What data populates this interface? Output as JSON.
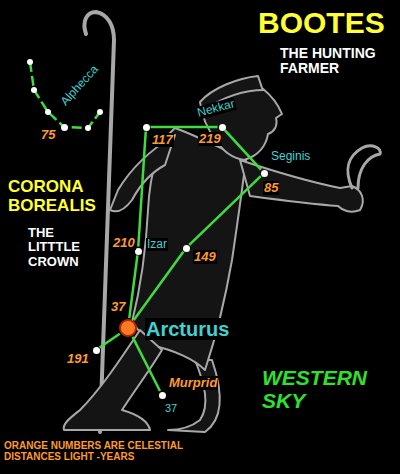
{
  "diagram": {
    "title": "BOOTES",
    "nodes": [
      {
        "text": [
          "Alphecca",
          "75"
        ]
      },
      {
        "text": [
          "Nekkar",
          "219"
        ]
      },
      {
        "text": [
          "117"
        ]
      },
      {
        "text": [
          "Seginis",
          "85"
        ]
      },
      {
        "text": [
          "Izar",
          "210"
        ]
      },
      {
        "text": [
          "149"
        ]
      },
      {
        "text": [
          "Arcturus",
          "37"
        ]
      },
      {
        "text": [
          "191"
        ]
      },
      {
        "text": [
          "Murprid",
          "37"
        ]
      }
    ],
    "edges": [
      {
        "from": 1,
        "to": 2,
        "arrow": "none"
      },
      {
        "from": 1,
        "to": 3,
        "arrow": "none"
      },
      {
        "from": 2,
        "to": 4,
        "arrow": "none"
      },
      {
        "from": 4,
        "to": 6,
        "arrow": "none"
      },
      {
        "from": 3,
        "to": 5,
        "arrow": "none"
      },
      {
        "from": 5,
        "to": 6,
        "arrow": "none"
      },
      {
        "from": 6,
        "to": 7,
        "arrow": "none"
      },
      {
        "from": 6,
        "to": 8,
        "arrow": "none"
      }
    ],
    "labels": [
      "THE HUNTING FARMER",
      "CORONA BOREALIS",
      "THE LITTTLE CROWN",
      "WESTERN SKY",
      "ORANGE NUMBERS ARE CELESTIAL DISTANCES LIGHT -YEARS"
    ]
  }
}
